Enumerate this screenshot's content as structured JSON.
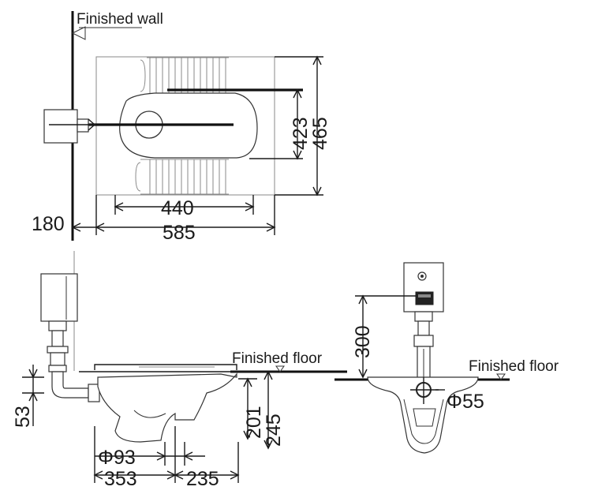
{
  "labels": {
    "finished_wall": "Finished wall",
    "finished_floor_side": "Finished floor",
    "finished_floor_front": "Finished floor"
  },
  "dimensions": {
    "d423": "423",
    "d465": "465",
    "d440": "440",
    "d585": "585",
    "d180": "180",
    "d53": "53",
    "d201": "201",
    "d245": "245",
    "phi93": "Φ93",
    "d353": "353",
    "d235": "235",
    "d300": "300",
    "phi55": "Φ55"
  }
}
